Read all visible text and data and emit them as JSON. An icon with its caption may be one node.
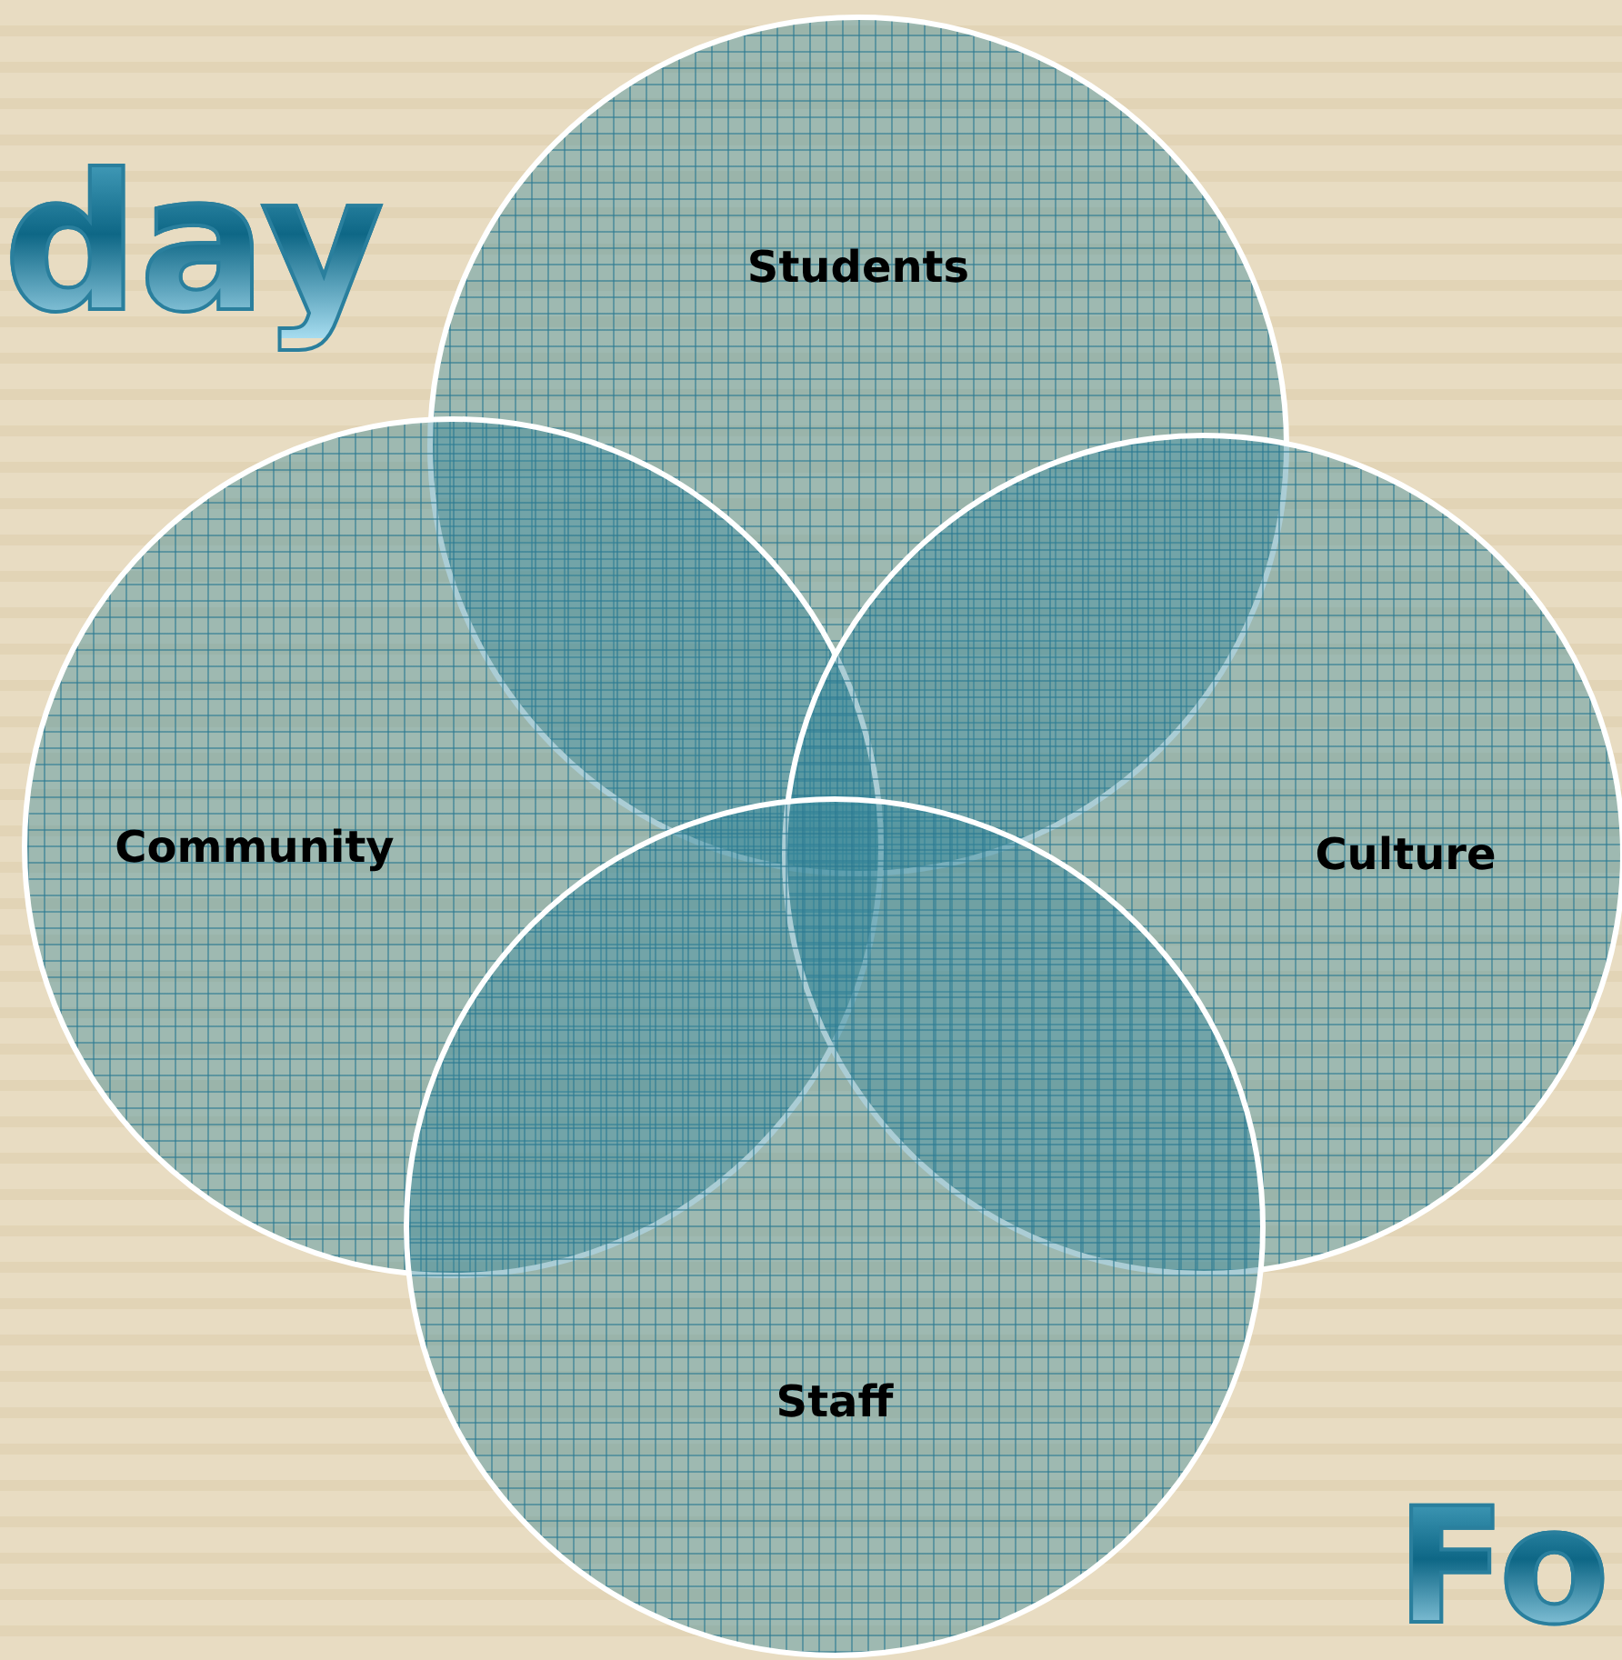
{
  "diagram": {
    "nodes": [
      {
        "text": [
          "Students"
        ]
      },
      {
        "text": [
          "Community"
        ]
      },
      {
        "text": [
          "Culture"
        ]
      },
      {
        "text": [
          "Staff"
        ]
      }
    ],
    "labels": [
      "day",
      "Fo"
    ]
  }
}
